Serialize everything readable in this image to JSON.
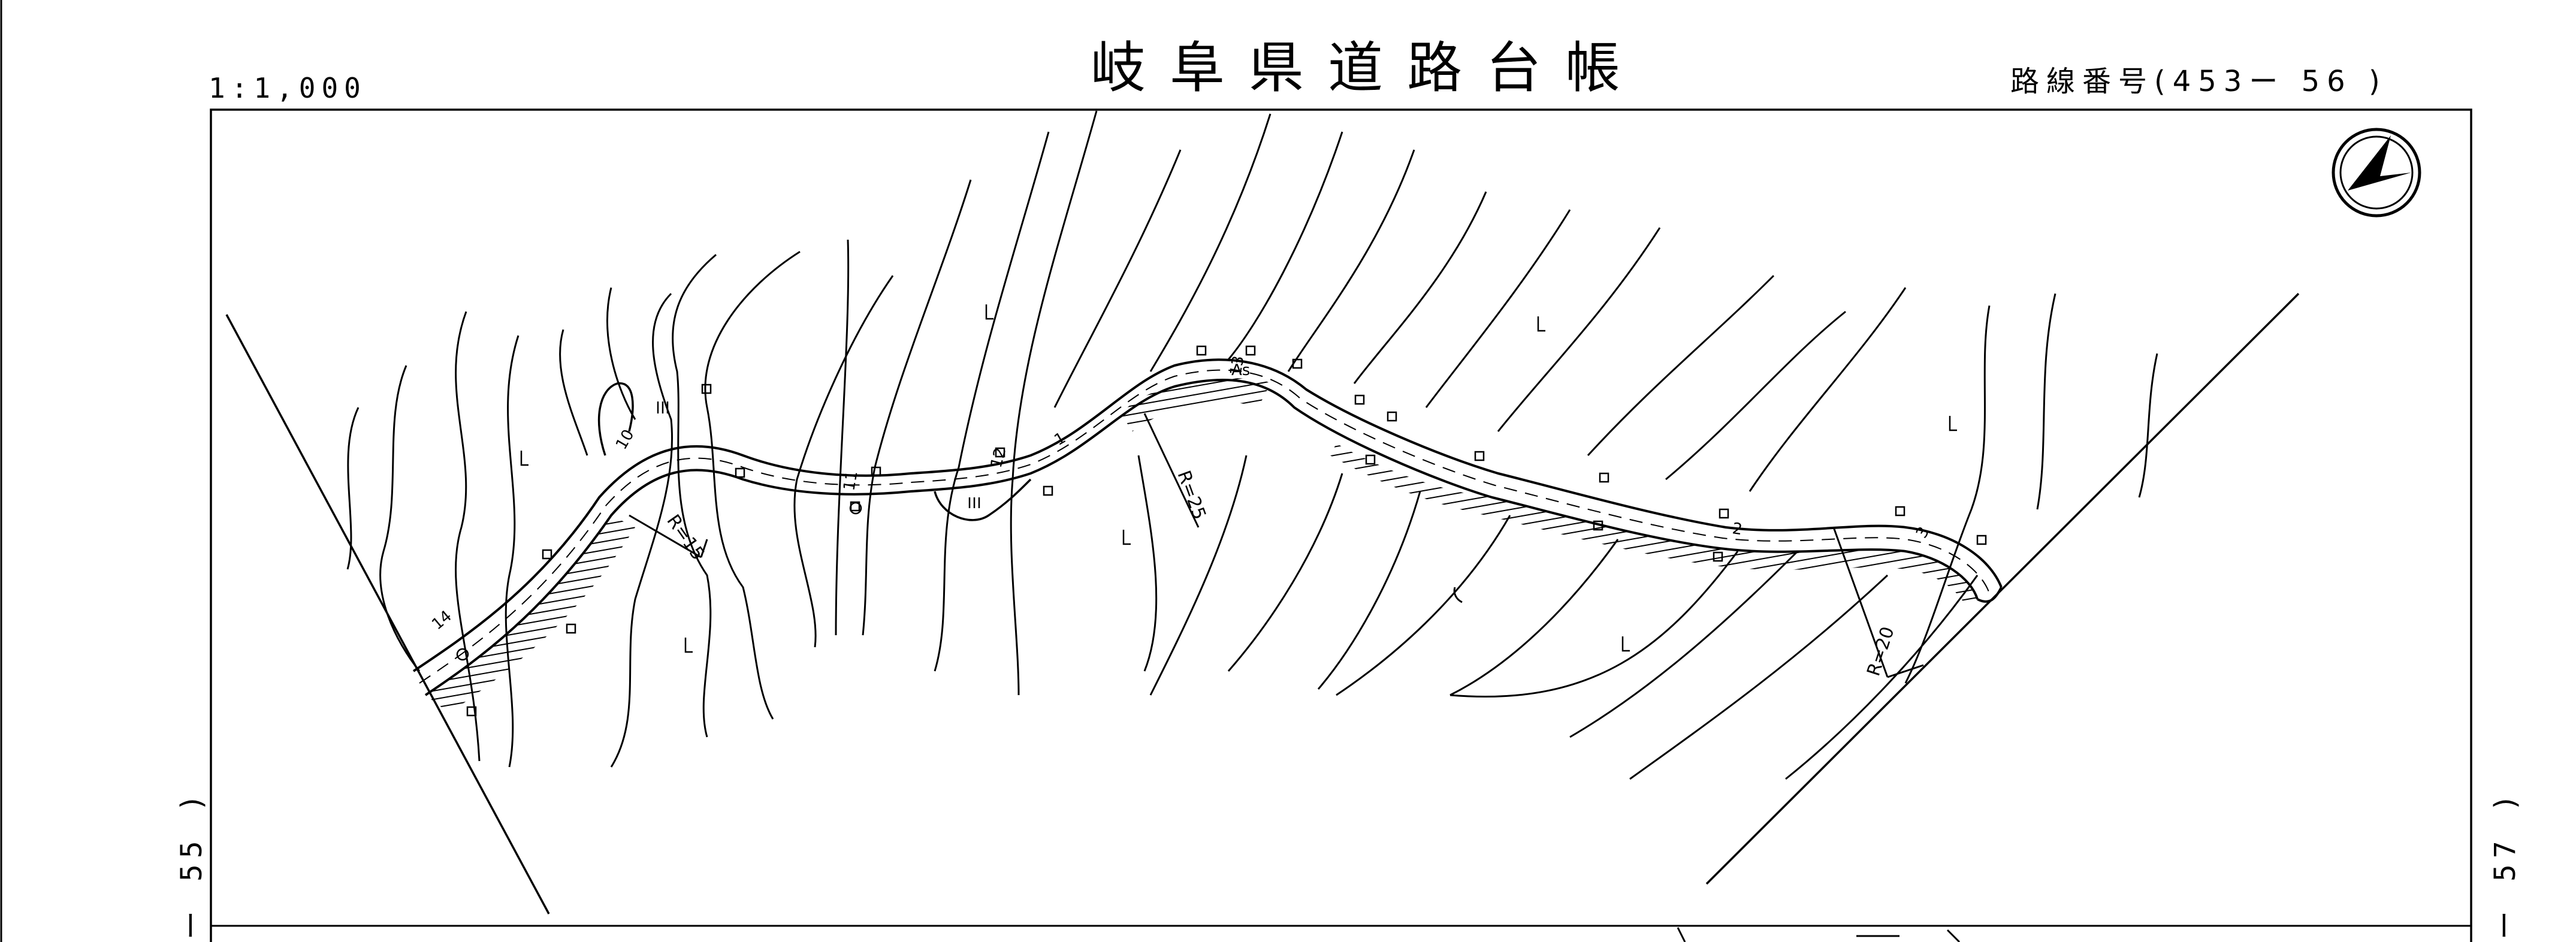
{
  "sheet": {
    "scale": "1:1,000",
    "title": "岐阜県道路台帳",
    "route_number": "路線番号(453ー 56 )",
    "adjacent_left": "ー 55 )",
    "adjacent_right": "ー 57 )"
  },
  "map": {
    "radius_labels": [
      "R=15",
      "R=25",
      "R=20"
    ],
    "station_labels": [
      "14",
      "1",
      "2",
      "3",
      "10",
      "11",
      "12",
      "13",
      "As"
    ],
    "colors": {
      "ink": "#000000",
      "paper": "#ffffff"
    }
  }
}
